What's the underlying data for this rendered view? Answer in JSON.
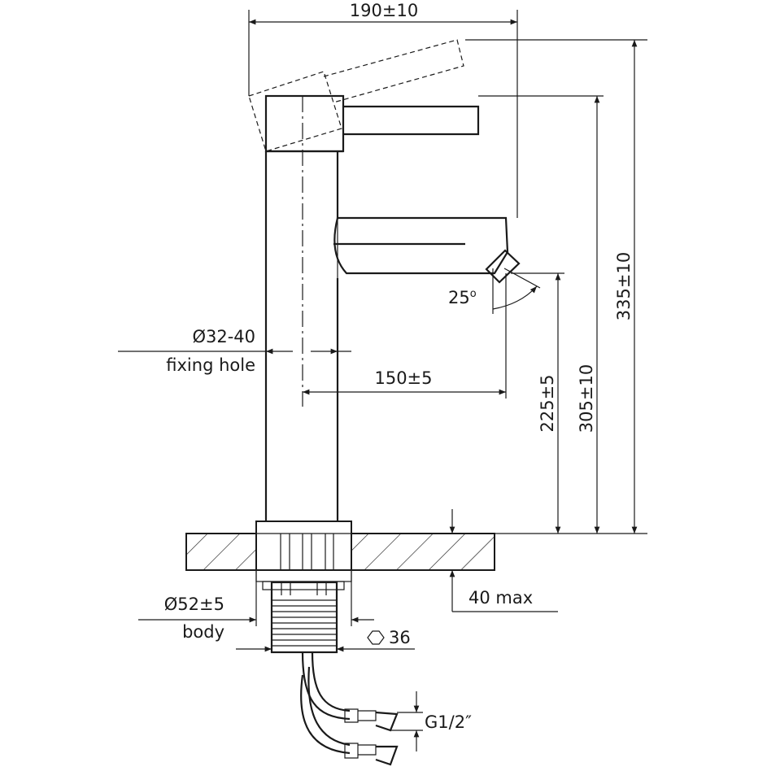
{
  "dimensions": {
    "overall_width": "190±10",
    "overall_height": "335±10",
    "spout_height": "305±10",
    "outlet_height": "225±5",
    "spout_reach": "150±5",
    "outlet_angle": "25",
    "outlet_angle_unit": "o",
    "fixing_hole_size": "Ø32-40",
    "fixing_hole_label": "fixing hole",
    "body_diameter": "Ø52±5",
    "body_label": "body",
    "nut_size": "36",
    "counter_thickness": "40 max",
    "connection_thread": "G1/2″"
  },
  "icons": {
    "nut": "hexagon-icon"
  },
  "colors": {
    "line": "#1a1a1a",
    "background": "#ffffff"
  }
}
